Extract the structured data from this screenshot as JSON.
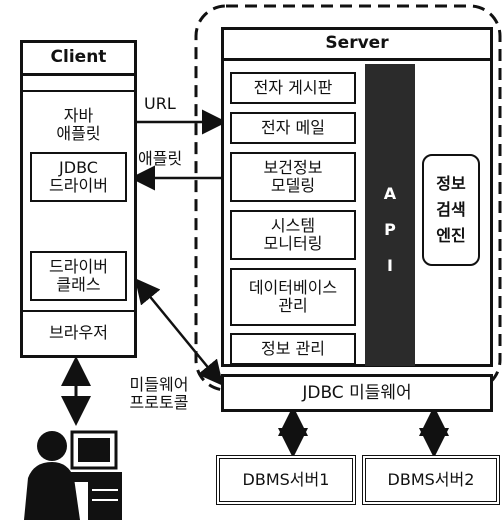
{
  "client": {
    "title": "Client",
    "java_applet": "자바\n애플릿",
    "jdbc_driver": "JDBC\n드라이버",
    "driver_class": "드라이버\n클래스",
    "browser": "브라우저"
  },
  "server": {
    "title": "Server",
    "modules": [
      "전자 게시판",
      "전자 메일",
      "보건정보\n모델링",
      "시스템\n모니터링",
      "데이터베이스\n관리",
      "정보 관리"
    ],
    "api_letters": [
      "A",
      "P",
      "I"
    ],
    "search_engine": "정보\n검색\n엔진",
    "jdbc_middleware": "JDBC 미들웨어"
  },
  "arrows": {
    "url": "URL",
    "applet": "애플릿",
    "middleware_protocol": "미들웨어\n프로토콜"
  },
  "dbms": [
    "DBMS서버1",
    "DBMS서버2"
  ]
}
